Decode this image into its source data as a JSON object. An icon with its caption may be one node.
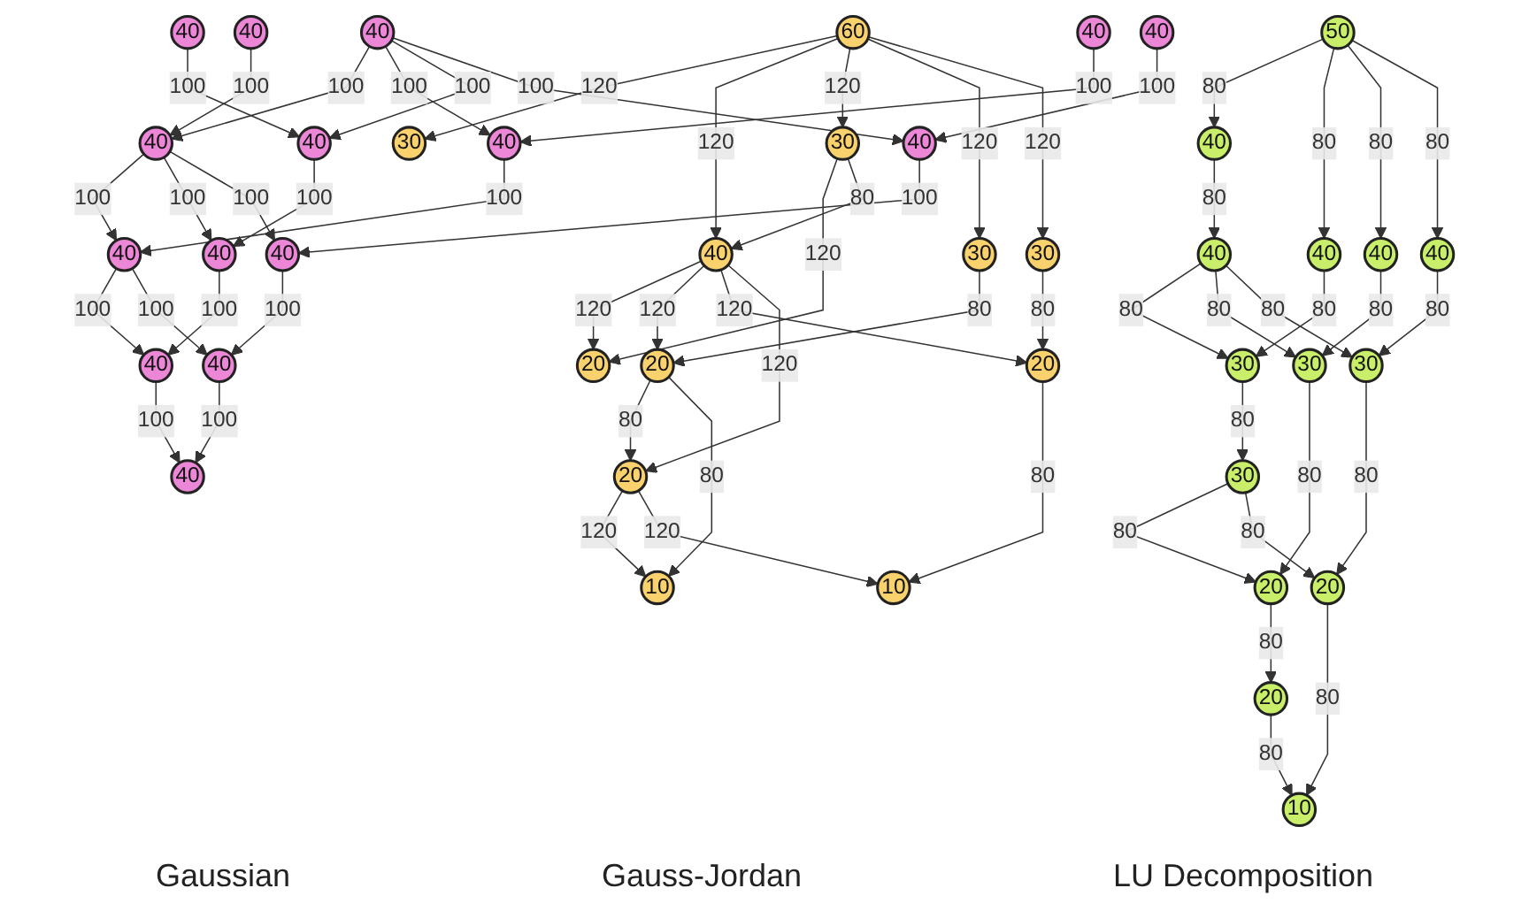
{
  "diagram": {
    "nodes": [
      {
        "text": [
          "60"
        ]
      },
      {
        "text": [
          "30"
        ]
      },
      {
        "text": [
          "30"
        ]
      },
      {
        "text": [
          "30"
        ]
      },
      {
        "text": [
          "30"
        ]
      },
      {
        "text": [
          "40"
        ]
      },
      {
        "text": [
          "20"
        ]
      },
      {
        "text": [
          "20"
        ]
      },
      {
        "text": [
          "20"
        ]
      },
      {
        "text": [
          "20"
        ]
      },
      {
        "text": [
          "10"
        ]
      },
      {
        "text": [
          "10"
        ]
      },
      {
        "text": [
          "40"
        ]
      },
      {
        "text": [
          "40"
        ]
      },
      {
        "text": [
          "40"
        ]
      },
      {
        "text": [
          "40"
        ]
      },
      {
        "text": [
          "40"
        ]
      },
      {
        "text": [
          "40"
        ]
      },
      {
        "text": [
          "40"
        ]
      },
      {
        "text": [
          "40"
        ]
      },
      {
        "text": [
          "40"
        ]
      },
      {
        "text": [
          "40"
        ]
      },
      {
        "text": [
          "40"
        ]
      },
      {
        "text": [
          "40"
        ]
      },
      {
        "text": [
          "40"
        ]
      },
      {
        "text": [
          "40"
        ]
      },
      {
        "text": [
          "40"
        ]
      },
      {
        "text": [
          "50"
        ]
      },
      {
        "text": [
          "40"
        ]
      },
      {
        "text": [
          "40"
        ]
      },
      {
        "text": [
          "40"
        ]
      },
      {
        "text": [
          "40"
        ]
      },
      {
        "text": [
          "40"
        ]
      },
      {
        "text": [
          "30"
        ]
      },
      {
        "text": [
          "30"
        ]
      },
      {
        "text": [
          "30"
        ]
      },
      {
        "text": [
          "30"
        ]
      },
      {
        "text": [
          "20"
        ]
      },
      {
        "text": [
          "20"
        ]
      },
      {
        "text": [
          "20"
        ]
      },
      {
        "text": [
          "10"
        ]
      }
    ],
    "edges": [
      {
        "from": 0,
        "to": 1,
        "arrow": "to",
        "label": "120"
      },
      {
        "from": 0,
        "to": 5,
        "arrow": "to",
        "label": "120"
      },
      {
        "from": 0,
        "to": 2,
        "arrow": "to",
        "label": "120"
      },
      {
        "from": 0,
        "to": 3,
        "arrow": "to",
        "label": "120"
      },
      {
        "from": 0,
        "to": 4,
        "arrow": "to",
        "label": "120"
      },
      {
        "from": 2,
        "to": 6,
        "arrow": "to",
        "label": "120"
      },
      {
        "from": 2,
        "to": 5,
        "arrow": "to",
        "label": "80"
      },
      {
        "from": 5,
        "to": 6,
        "arrow": "to",
        "label": "120"
      },
      {
        "from": 5,
        "to": 7,
        "arrow": "to",
        "label": "120"
      },
      {
        "from": 5,
        "to": 8,
        "arrow": "to",
        "label": "120"
      },
      {
        "from": 5,
        "to": 9,
        "arrow": "to",
        "label": "120"
      },
      {
        "from": 3,
        "to": 7,
        "arrow": "to",
        "label": "80"
      },
      {
        "from": 4,
        "to": 8,
        "arrow": "to",
        "label": "80"
      },
      {
        "from": 7,
        "to": 9,
        "arrow": "to",
        "label": "80"
      },
      {
        "from": 7,
        "to": 10,
        "arrow": "to",
        "label": "80"
      },
      {
        "from": 9,
        "to": 10,
        "arrow": "to",
        "label": "120"
      },
      {
        "from": 9,
        "to": 11,
        "arrow": "to",
        "label": "120"
      },
      {
        "from": 8,
        "to": 11,
        "arrow": "to",
        "label": "80"
      },
      {
        "from": 12,
        "to": 17,
        "arrow": "to",
        "label": "100"
      },
      {
        "from": 12,
        "to": 18,
        "arrow": "to",
        "label": "100"
      },
      {
        "from": 12,
        "to": 19,
        "arrow": "to",
        "label": "100"
      },
      {
        "from": 12,
        "to": 20,
        "arrow": "to",
        "label": "100"
      },
      {
        "from": 13,
        "to": 17,
        "arrow": "to",
        "label": "100"
      },
      {
        "from": 14,
        "to": 18,
        "arrow": "to",
        "label": "100"
      },
      {
        "from": 15,
        "to": 19,
        "arrow": "to",
        "label": "100"
      },
      {
        "from": 16,
        "to": 20,
        "arrow": "to",
        "label": "100"
      },
      {
        "from": 17,
        "to": 21,
        "arrow": "to",
        "label": "100"
      },
      {
        "from": 17,
        "to": 22,
        "arrow": "to",
        "label": "100"
      },
      {
        "from": 17,
        "to": 23,
        "arrow": "to",
        "label": "100"
      },
      {
        "from": 18,
        "to": 21,
        "arrow": "to",
        "label": "100"
      },
      {
        "from": 19,
        "to": 22,
        "arrow": "to",
        "label": "100"
      },
      {
        "from": 20,
        "to": 23,
        "arrow": "to",
        "label": "100"
      },
      {
        "from": 21,
        "to": 24,
        "arrow": "to",
        "label": "100"
      },
      {
        "from": 21,
        "to": 25,
        "arrow": "to",
        "label": "100"
      },
      {
        "from": 22,
        "to": 24,
        "arrow": "to",
        "label": "100"
      },
      {
        "from": 23,
        "to": 25,
        "arrow": "to",
        "label": "100"
      },
      {
        "from": 24,
        "to": 26,
        "arrow": "to",
        "label": "100"
      },
      {
        "from": 25,
        "to": 26,
        "arrow": "to",
        "label": "100"
      },
      {
        "from": 27,
        "to": 28,
        "arrow": "to",
        "label": "80"
      },
      {
        "from": 27,
        "to": 29,
        "arrow": "to",
        "label": "80"
      },
      {
        "from": 27,
        "to": 30,
        "arrow": "to",
        "label": "80"
      },
      {
        "from": 27,
        "to": 31,
        "arrow": "to",
        "label": "80"
      },
      {
        "from": 28,
        "to": 32,
        "arrow": "to",
        "label": "80"
      },
      {
        "from": 32,
        "to": 33,
        "arrow": "to",
        "label": "80"
      },
      {
        "from": 32,
        "to": 34,
        "arrow": "to",
        "label": "80"
      },
      {
        "from": 32,
        "to": 35,
        "arrow": "to",
        "label": "80"
      },
      {
        "from": 29,
        "to": 33,
        "arrow": "to",
        "label": "80"
      },
      {
        "from": 30,
        "to": 34,
        "arrow": "to",
        "label": "80"
      },
      {
        "from": 31,
        "to": 35,
        "arrow": "to",
        "label": "80"
      },
      {
        "from": 33,
        "to": 36,
        "arrow": "to",
        "label": "80"
      },
      {
        "from": 36,
        "to": 37,
        "arrow": "to",
        "label": "80"
      },
      {
        "from": 36,
        "to": 38,
        "arrow": "to",
        "label": "80"
      },
      {
        "from": 34,
        "to": 37,
        "arrow": "to",
        "label": "80"
      },
      {
        "from": 35,
        "to": 38,
        "arrow": "to",
        "label": "80"
      },
      {
        "from": 37,
        "to": 39,
        "arrow": "to",
        "label": "80"
      },
      {
        "from": 39,
        "to": 40,
        "arrow": "to",
        "label": "80"
      },
      {
        "from": 38,
        "to": 40,
        "arrow": "to",
        "label": "80"
      }
    ],
    "labels": [
      "Gaussian",
      "Gauss-Jordan",
      "LU Decomposition"
    ]
  }
}
